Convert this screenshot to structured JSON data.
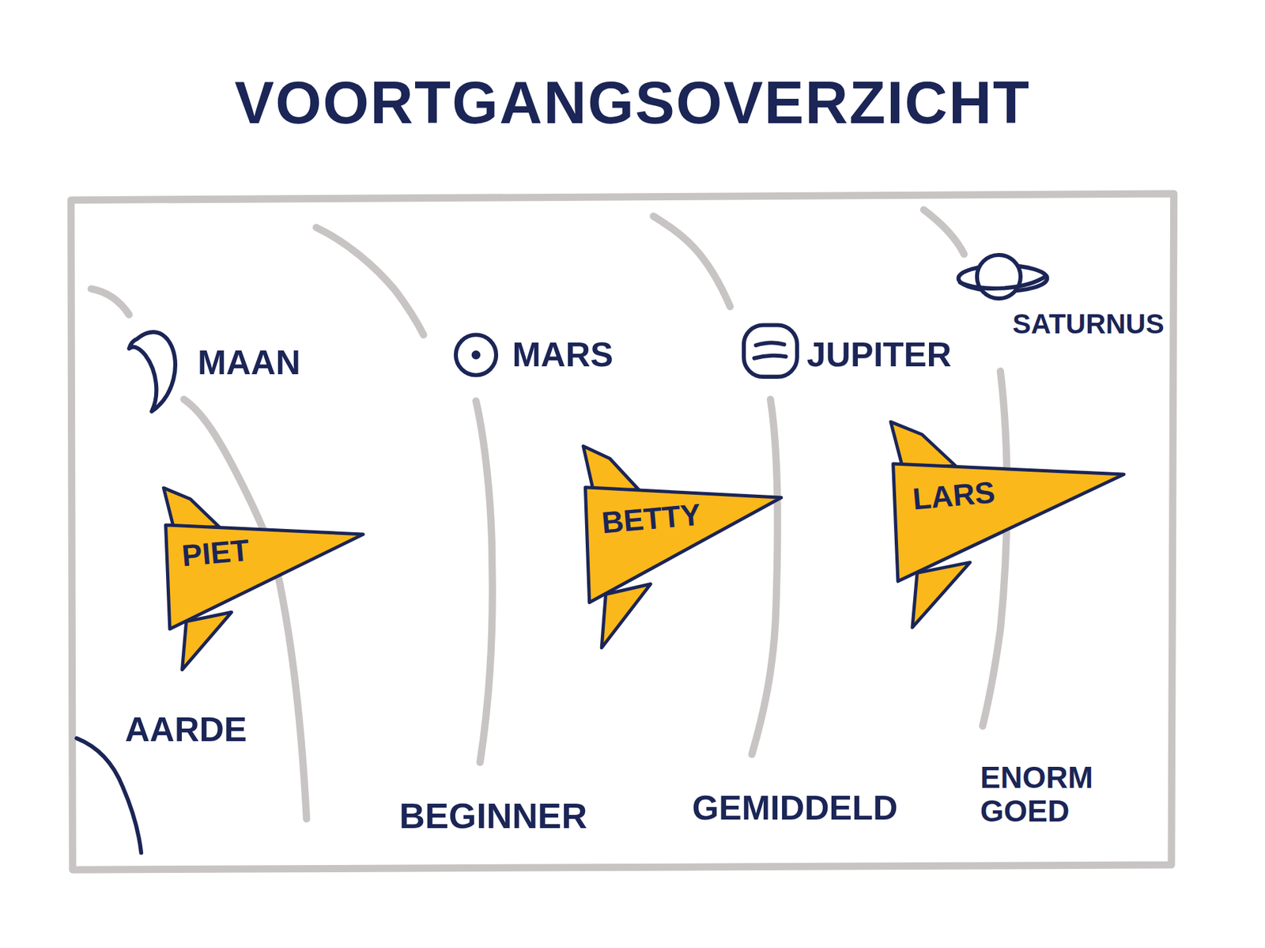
{
  "diagram": {
    "title": "VOORTGANGSOVERZICHT",
    "nodes": [
      {
        "text": [
          "PIET"
        ]
      },
      {
        "text": [
          "BETTY"
        ]
      },
      {
        "text": [
          "LARS"
        ]
      }
    ],
    "labels": [
      "MAAN",
      "MARS",
      "JUPITER",
      "SATURNUS",
      "AARDE",
      "BEGINNER",
      "GEMIDDELD",
      "ENORM GOED"
    ]
  }
}
